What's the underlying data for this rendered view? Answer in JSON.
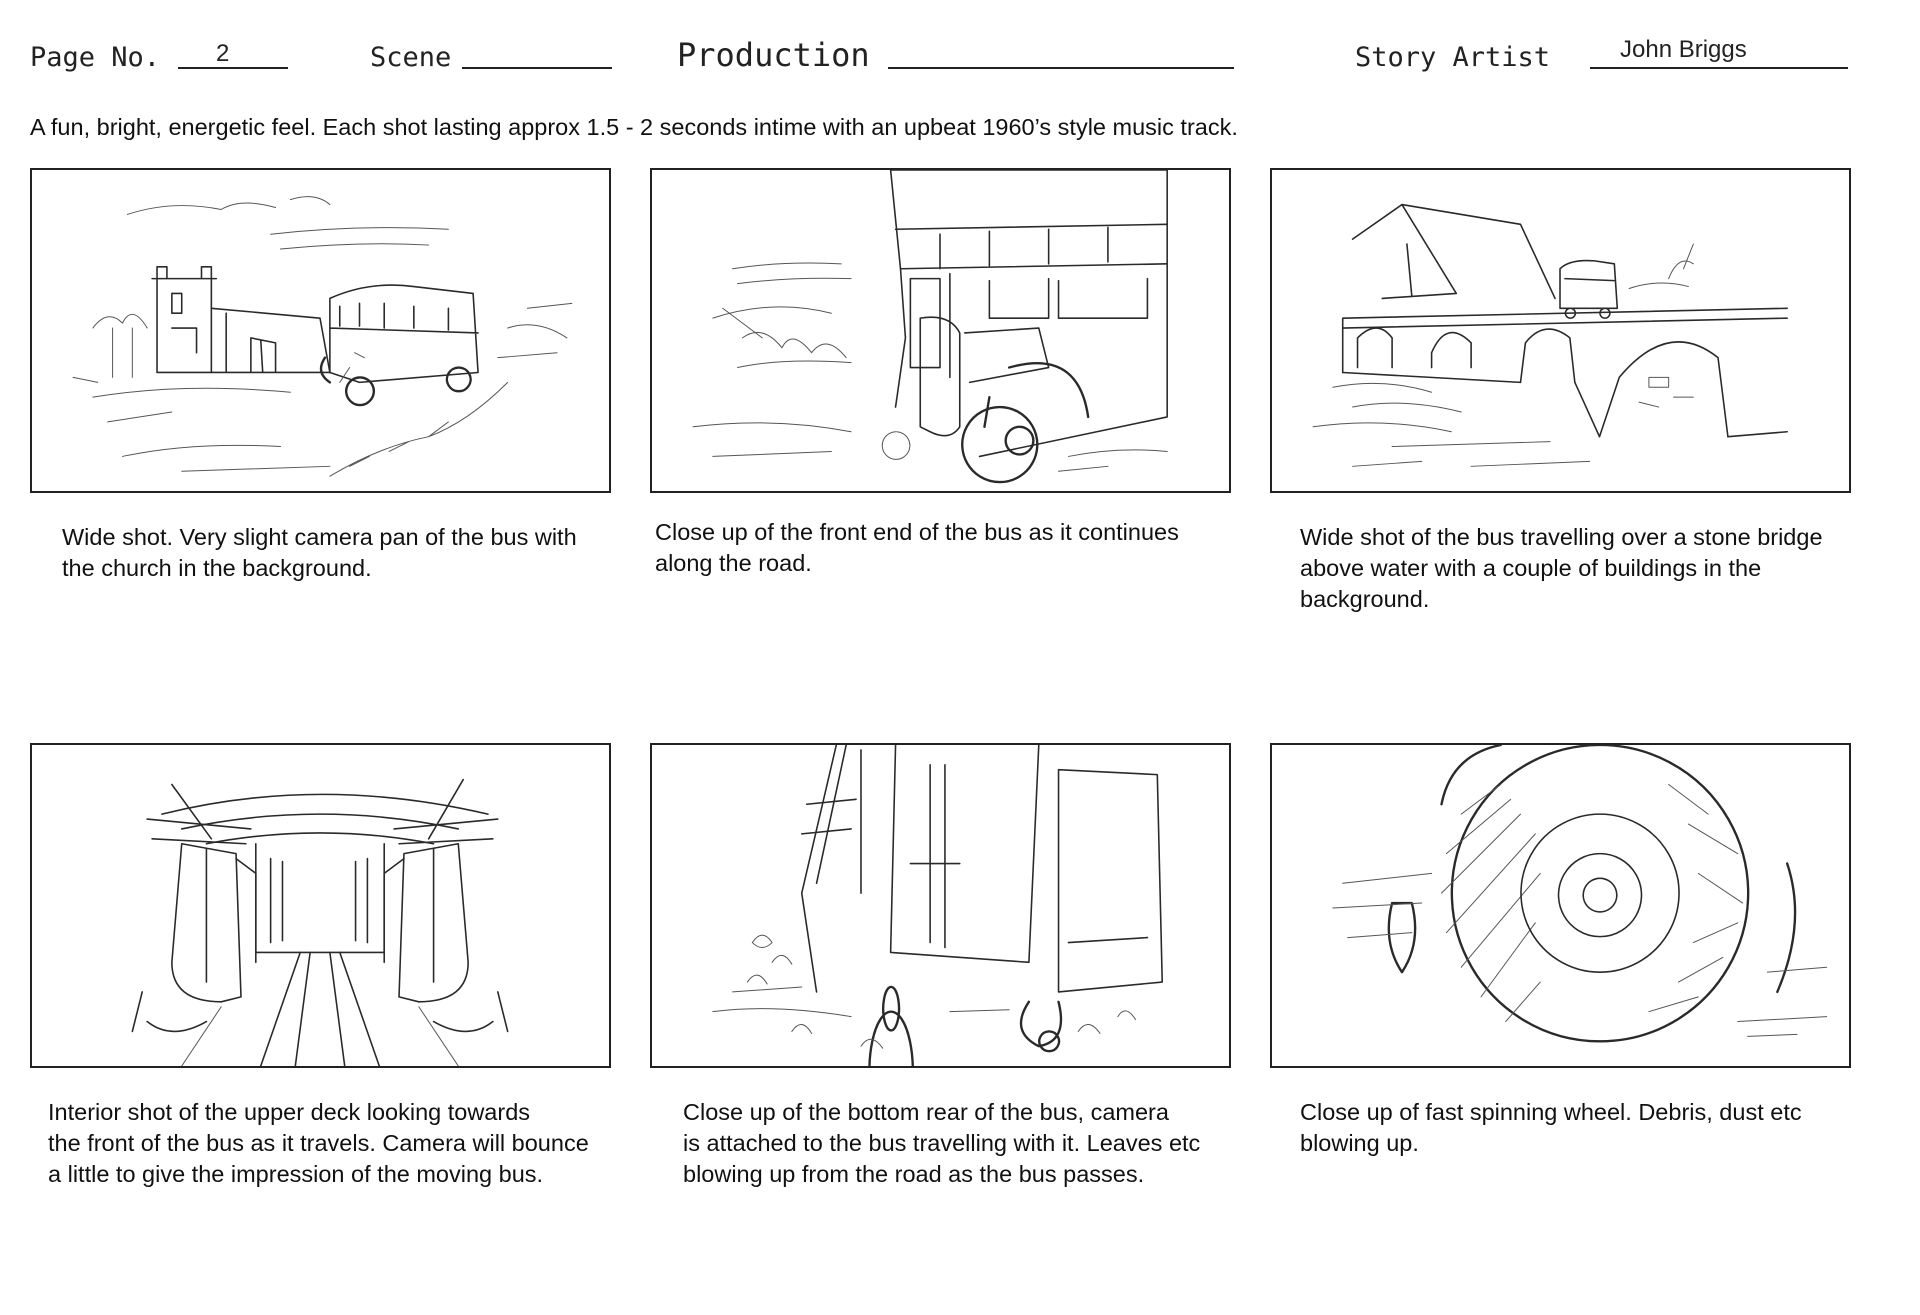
{
  "header": {
    "page_label": "Page No.",
    "page_value": "2",
    "scene_label": "Scene",
    "scene_value": "",
    "production_label": "Production",
    "production_value": "",
    "story_artist_label": "Story Artist",
    "story_artist_value": "John Briggs"
  },
  "intro": "A fun, bright, energetic feel. Each shot lasting approx 1.5 - 2 seconds intime with an upbeat 1960’s style music track.",
  "panels": [
    {
      "sketch": "church-bus-sketch",
      "caption_lines": [
        "Wide shot. Very slight camera pan of the bus with",
        "the church in the background."
      ]
    },
    {
      "sketch": "bus-front-closeup-sketch",
      "caption_lines": [
        "Close up of the front end of the bus as it continues",
        "along the road."
      ]
    },
    {
      "sketch": "stone-bridge-sketch",
      "caption_lines": [
        "Wide shot of the bus travelling over a stone bridge",
        "above water with a couple of buildings in the",
        "background."
      ]
    },
    {
      "sketch": "upper-deck-interior-sketch",
      "caption_lines": [
        "Interior shot of the upper deck looking towards",
        "the front of the bus as it travels. Camera will bounce",
        "a little to give the impression of the moving bus."
      ]
    },
    {
      "sketch": "bus-rear-closeup-sketch",
      "caption_lines": [
        "Close up of the bottom rear of the bus, camera",
        "is attached to the bus travelling with it. Leaves etc",
        "blowing up from the road as the bus passes."
      ]
    },
    {
      "sketch": "spinning-wheel-sketch",
      "caption_lines": [
        "Close up of  fast spinning wheel. Debris, dust etc",
        "blowing up."
      ]
    }
  ]
}
